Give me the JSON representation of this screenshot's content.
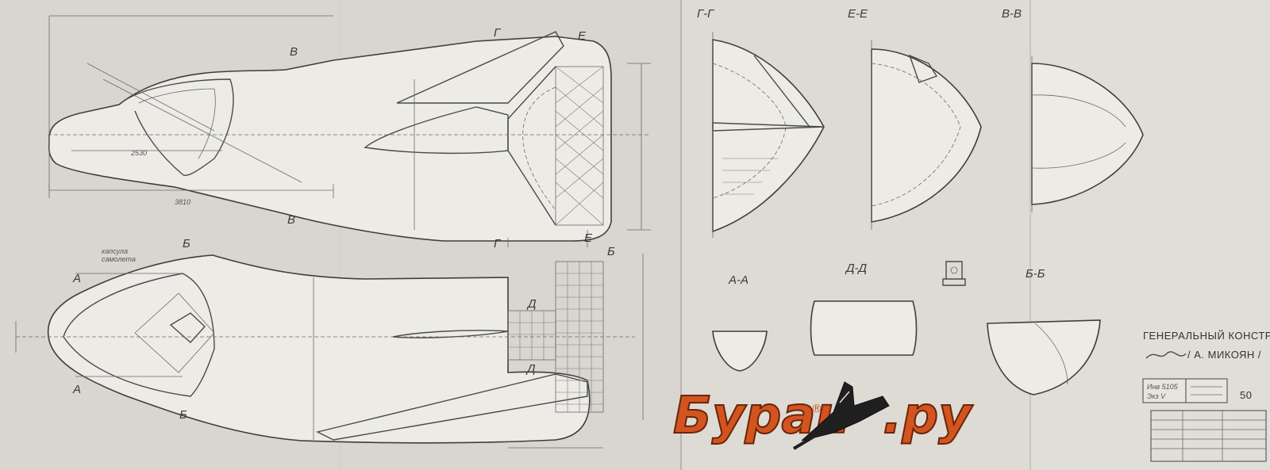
{
  "section_labels": {
    "g_g": "Г-Г",
    "e_e": "Е-Е",
    "v_v": "В-В",
    "a_a_left": "А-А",
    "d_d": "Д-Д",
    "b_b": "Б-Б"
  },
  "marker_labels": {
    "v1_top": "В",
    "v_bottom": "В",
    "g1_top": "Г",
    "g_bottom": "Г",
    "e1_top": "Е",
    "e_bottom": "Е",
    "b1": "Б",
    "b_lower": "Б",
    "a_upper": "А",
    "a_lower": "А",
    "d1": "Д",
    "d_lower": "Д",
    "b_right": "Б"
  },
  "notes": {
    "canopy": "капсула\nсамолета",
    "dim_2530": "2530",
    "dim_3810": "3810",
    "sheet_number": "50",
    "inv_number": "Инв 5105",
    "inv_sub": "Экз V"
  },
  "title_block": {
    "designer_title": "ГЕНЕРАЛЬНЫЙ КОНСТРУКТОР",
    "designer_name": "/ А. МИКОЯН /"
  },
  "watermark": {
    "text_left": "Буран",
    "registered": "®",
    "text_right": ".ру"
  },
  "colors": {
    "paper": "#d8d6cf",
    "body": "#ecebe6",
    "logo": "#d2541f"
  }
}
